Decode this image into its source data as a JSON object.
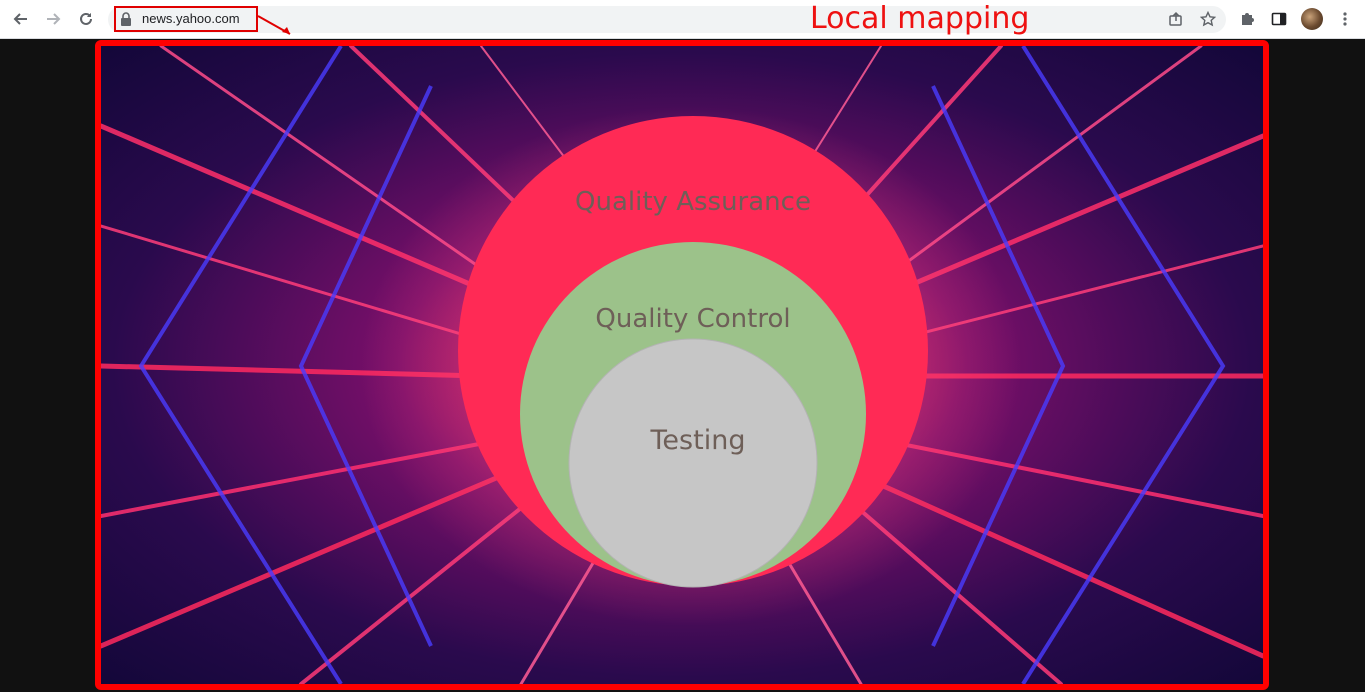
{
  "browser": {
    "url": "news.yahoo.com",
    "icons": [
      "back-icon",
      "forward-icon",
      "reload-icon",
      "lock-icon",
      "share-icon",
      "star-icon",
      "extensions-icon",
      "side-panel-icon",
      "profile-avatar",
      "menu-icon"
    ]
  },
  "annotation": {
    "title": "Local mapping",
    "color": "#ee1111"
  },
  "diagram": {
    "outer_label": "Quality Assurance",
    "middle_label": "Quality Control",
    "inner_label": "Testing",
    "colors": {
      "outer": "#ff2a55",
      "middle": "#9cc28a",
      "inner": "#c6c6c6",
      "label": "#6e5f58"
    }
  }
}
